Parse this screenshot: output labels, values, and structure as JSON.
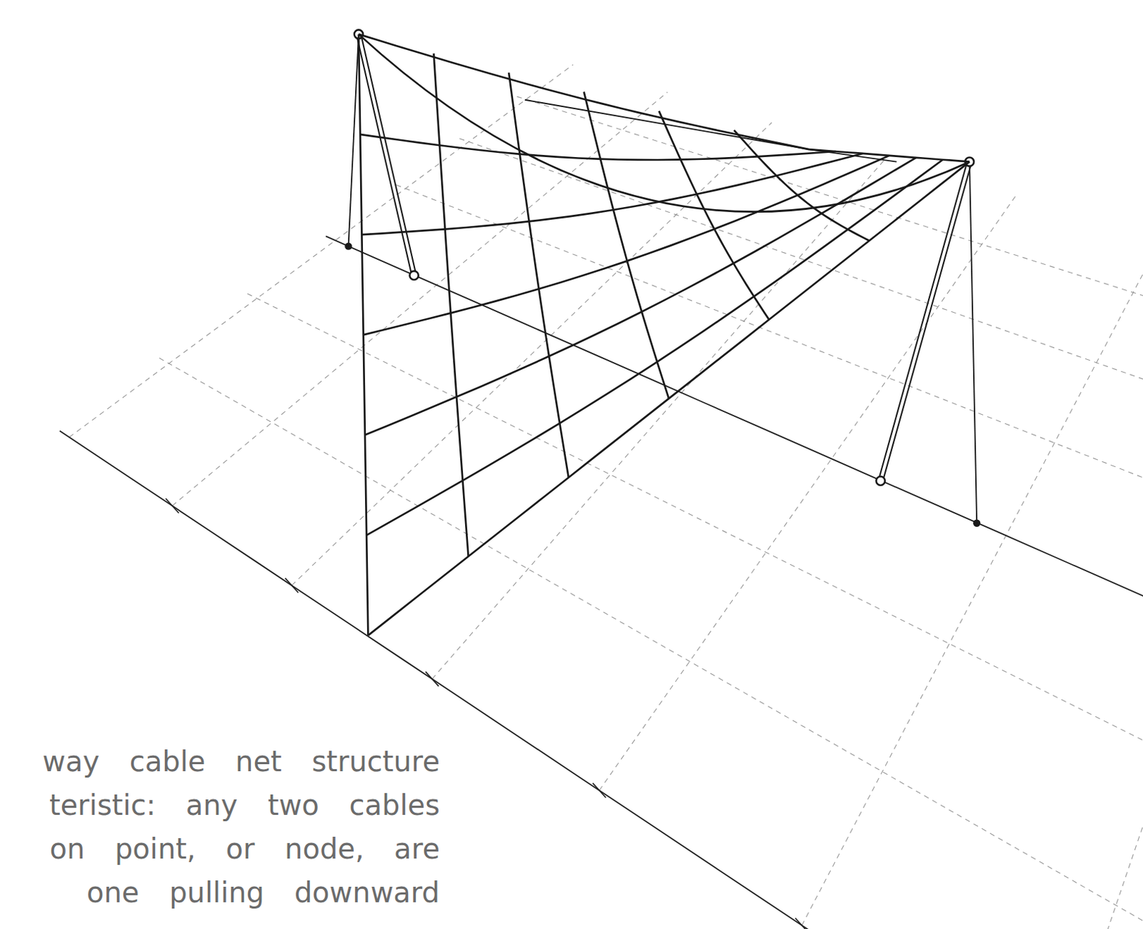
{
  "diagram": {
    "labels": [
      "way cable net structure",
      "teristic: any two cables",
      "on point, or node, are",
      "one pulling downward"
    ]
  }
}
